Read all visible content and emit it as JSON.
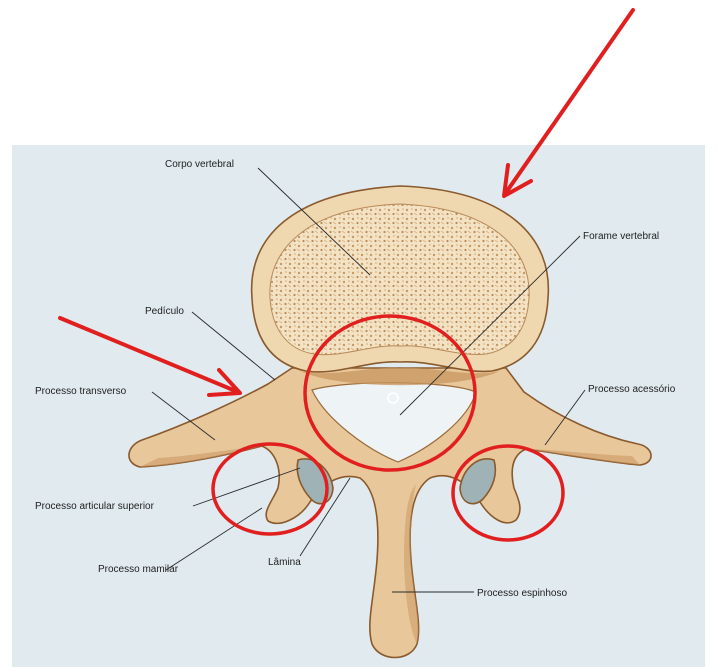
{
  "labels": {
    "corpo_vertebral": "Corpo vertebral",
    "forame_vertebral": "Forame vertebral",
    "pediculo": "Pedículo",
    "processo_transverso": "Processo transverso",
    "processo_acessorio": "Processo acessório",
    "processo_articular_superior": "Processo articular superior",
    "processo_mamilar": "Processo mamilar",
    "lamina": "Lâmina",
    "processo_espinhoso": "Processo espinhoso"
  },
  "colors": {
    "annotation": "#e21f1f",
    "background_panel": "#e0eaef",
    "bone": "#e8c79b",
    "bone_cortex": "#efd7b0",
    "bone_shadow": "#c8955e",
    "foramen": "#eef4f6",
    "facet": "#9fb2b6"
  }
}
